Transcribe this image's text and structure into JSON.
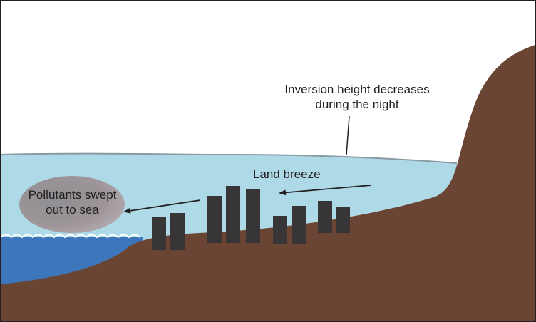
{
  "labels": {
    "inversion": [
      "Inversion height decreases",
      "during the night"
    ],
    "land_breeze": "Land breeze",
    "pollutants": [
      "Pollutants swept",
      "out to sea"
    ]
  },
  "colors": {
    "sky": "#ffffff",
    "inversion_layer": "#aed9e6",
    "sea": "#3d76bb",
    "land": "#6b4533",
    "buildings": "#373536",
    "pollution_cloud": "#8f8f93",
    "text": "#231f20"
  }
}
